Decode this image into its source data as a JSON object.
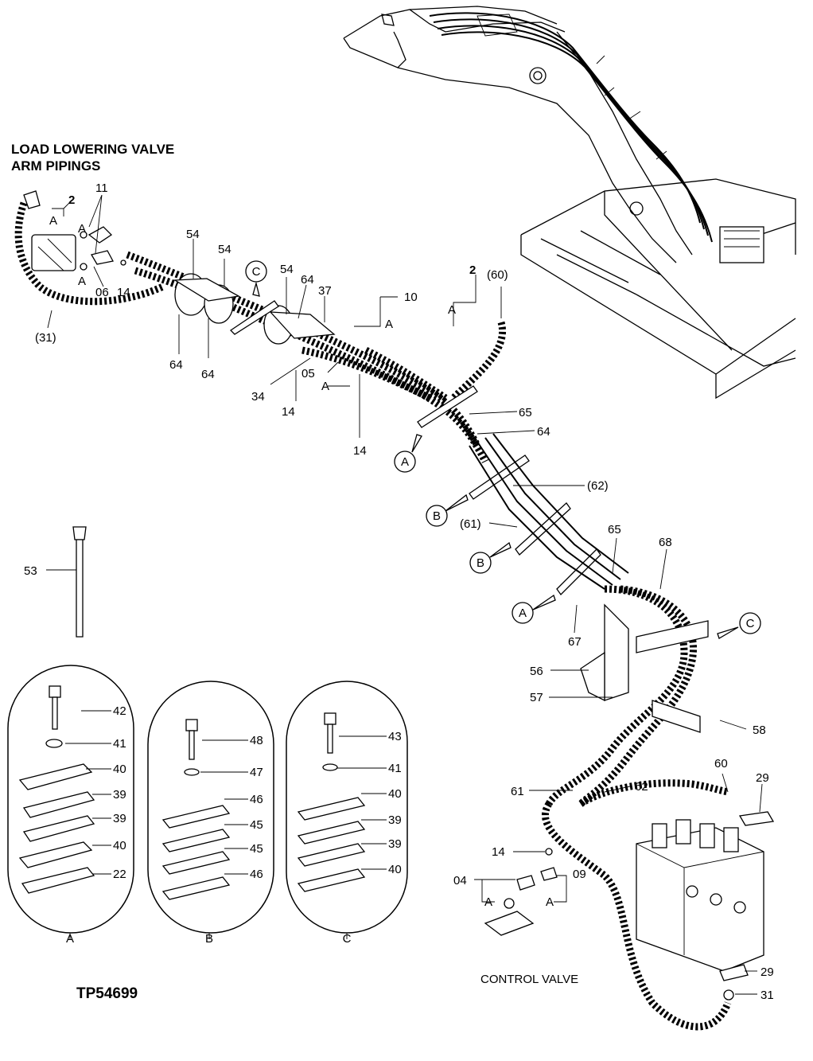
{
  "title": {
    "line1": "LOAD LOWERING VALVE",
    "line2": "ARM PIPINGS"
  },
  "reference": "TP54699",
  "control_valve_label": "CONTROL VALVE",
  "callouts": {
    "c2a": "2",
    "c11": "11",
    "cA1": "A",
    "cA2": "A",
    "c06": "06",
    "c14a": "14",
    "c31a": "(31)",
    "c54a": "54",
    "c54b": "54",
    "c54c": "54",
    "c64a": "64",
    "c64b": "64",
    "c64c": "64",
    "c37": "37",
    "c10": "10",
    "cA3": "A",
    "c2b": "2",
    "c60a": "(60)",
    "cA4": "A",
    "c34": "34",
    "c14b": "14",
    "c05": "05",
    "cA5": "A",
    "c14c": "14",
    "c65a": "65",
    "c64d": "64",
    "c62a": "(62)",
    "c61a": "(61)",
    "c65b": "65",
    "c68": "68",
    "c67": "67",
    "c53": "53",
    "c56": "56",
    "c57": "57",
    "c58": "58",
    "c60b": "60",
    "c29a": "29",
    "c61b": "61",
    "c62b": "62",
    "c14d": "14",
    "c04": "04",
    "c09": "09",
    "cA6": "A",
    "cA7": "A",
    "c29b": "29",
    "c31b": "31"
  },
  "circle_refs": {
    "cC1": "C",
    "cA_1": "A",
    "cB_1": "B",
    "cB_2": "B",
    "cA_2": "A",
    "cC2": "C"
  },
  "clamp_sets": {
    "A": {
      "name": "A",
      "parts": [
        "42",
        "41",
        "40",
        "39",
        "39",
        "40",
        "22"
      ]
    },
    "B": {
      "name": "B",
      "parts": [
        "48",
        "47",
        "46",
        "45",
        "45",
        "46"
      ]
    },
    "C": {
      "name": "C",
      "parts": [
        "43",
        "41",
        "40",
        "39",
        "39",
        "40"
      ]
    }
  }
}
